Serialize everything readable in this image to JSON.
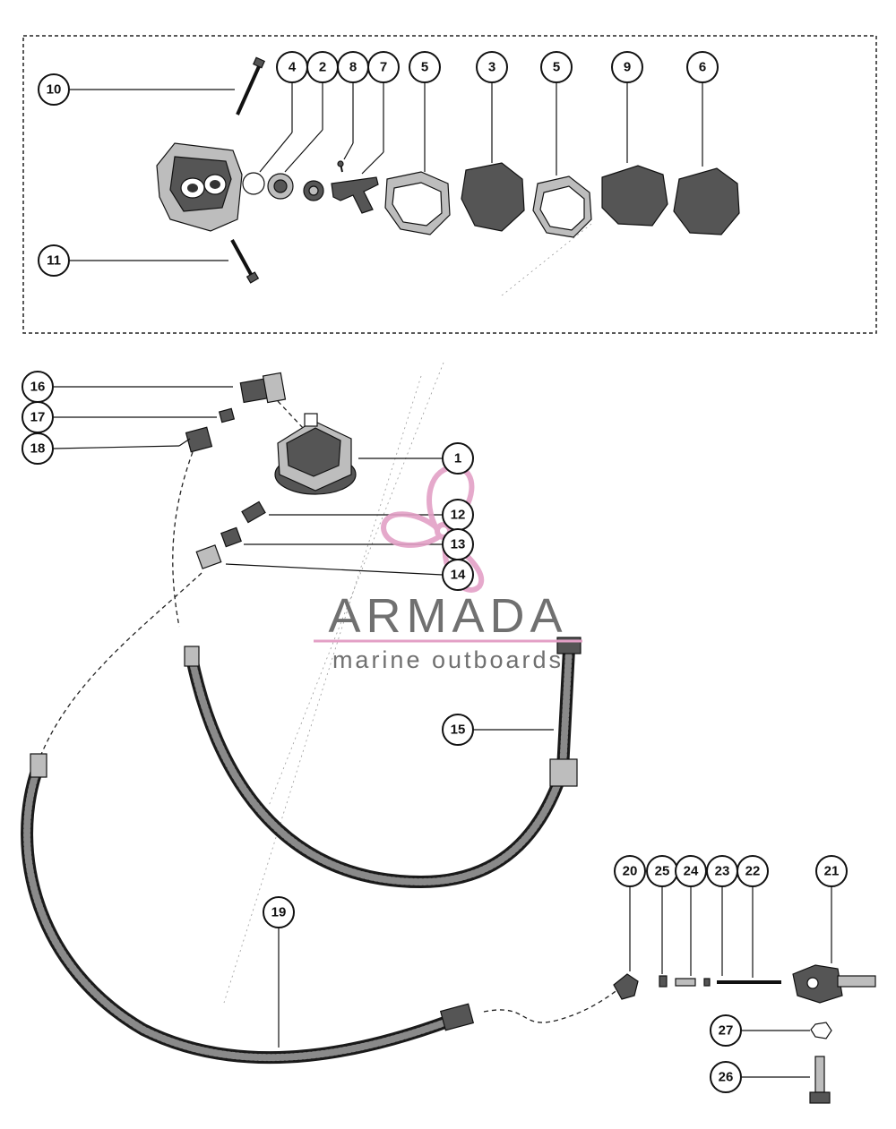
{
  "logo": {
    "name": "ARMADA",
    "tagline": "marine outboards",
    "accent_color": "#e3a0c6",
    "text_color": "#707070"
  },
  "callouts": [
    {
      "id": "c10",
      "label": "10"
    },
    {
      "id": "c4",
      "label": "4"
    },
    {
      "id": "c2",
      "label": "2"
    },
    {
      "id": "c8",
      "label": "8"
    },
    {
      "id": "c7",
      "label": "7"
    },
    {
      "id": "c5a",
      "label": "5"
    },
    {
      "id": "c3",
      "label": "3"
    },
    {
      "id": "c5b",
      "label": "5"
    },
    {
      "id": "c9",
      "label": "9"
    },
    {
      "id": "c6",
      "label": "6"
    },
    {
      "id": "c11",
      "label": "11"
    },
    {
      "id": "c16",
      "label": "16"
    },
    {
      "id": "c17",
      "label": "17"
    },
    {
      "id": "c18",
      "label": "18"
    },
    {
      "id": "c1",
      "label": "1"
    },
    {
      "id": "c12",
      "label": "12"
    },
    {
      "id": "c13",
      "label": "13"
    },
    {
      "id": "c14",
      "label": "14"
    },
    {
      "id": "c15",
      "label": "15"
    },
    {
      "id": "c19",
      "label": "19"
    },
    {
      "id": "c20",
      "label": "20"
    },
    {
      "id": "c25",
      "label": "25"
    },
    {
      "id": "c24",
      "label": "24"
    },
    {
      "id": "c23",
      "label": "23"
    },
    {
      "id": "c22",
      "label": "22"
    },
    {
      "id": "c21",
      "label": "21"
    },
    {
      "id": "c27",
      "label": "27"
    },
    {
      "id": "c26",
      "label": "26"
    }
  ]
}
